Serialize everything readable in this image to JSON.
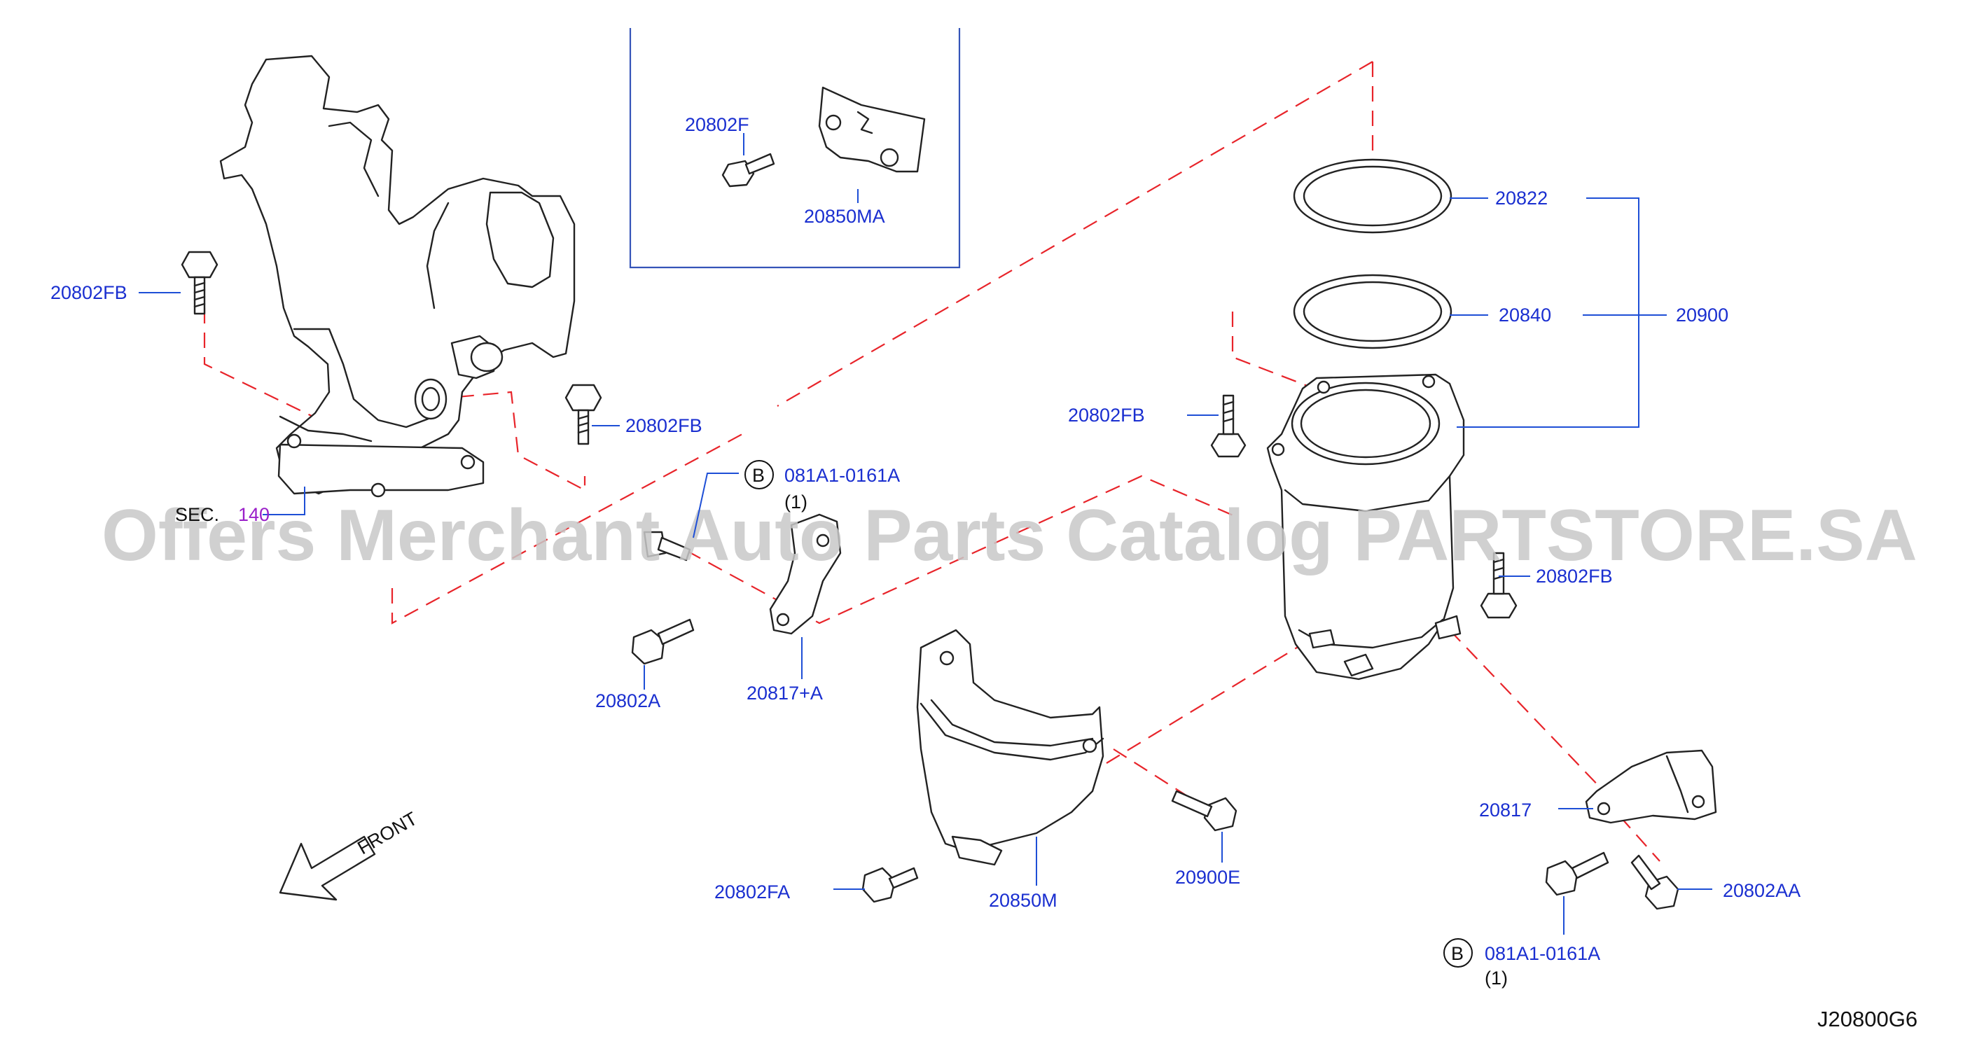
{
  "watermark": "Offers Merchant Auto Parts Catalog PARTSTORE.SA",
  "diagram_code": "J20800G6",
  "front_label": "FRONT",
  "sec_ref": {
    "prefix": "SEC.",
    "number": "140"
  },
  "b_badge": "B",
  "labels": {
    "p20802fb_a": "20802FB",
    "p20802fb_b": "20802FB",
    "p20802fb_c": "20802FB",
    "p20802fb_d": "20802FB",
    "p20802f": "20802F",
    "p20850ma": "20850MA",
    "p20822": "20822",
    "p20840": "20840",
    "p20900": "20900",
    "p081a1_top": "081A1-0161A",
    "p081a1_top_qty": "(1)",
    "p20802a": "20802A",
    "p20817a": "20817+A",
    "p20802fa": "20802FA",
    "p20850m": "20850M",
    "p20900e": "20900E",
    "p20817": "20817",
    "p20802aa": "20802AA",
    "p081a1_bottom": "081A1-0161A",
    "p081a1_bottom_qty": "(1)"
  }
}
